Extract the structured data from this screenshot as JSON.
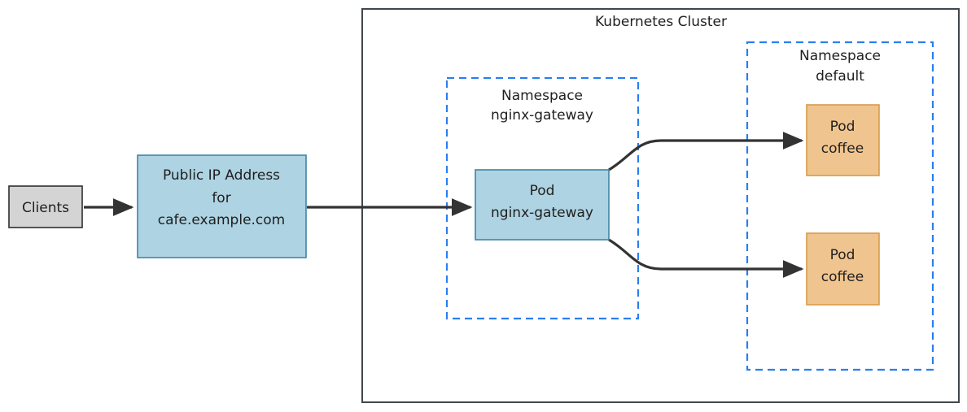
{
  "diagram": {
    "title": "Kubernetes Cluster",
    "type": "architecture-diagram",
    "colors": {
      "blue_fill": "#aed3e2",
      "blue_stroke": "#3d85a8",
      "orange_fill": "#f0c48f",
      "orange_stroke": "#d79b4a",
      "gray_fill": "#d4d4d4",
      "gray_stroke": "#2e2e2e",
      "namespace_stroke": "#2a7ef0",
      "cluster_stroke": "#40464d",
      "edge_stroke": "#333333"
    },
    "cluster": {
      "label": "Kubernetes Cluster"
    },
    "clients": {
      "label": "Clients"
    },
    "public_ip": {
      "line1": "Public IP Address",
      "line2": "for",
      "line3": "cafe.example.com"
    },
    "namespace_gateway": {
      "line1": "Namespace",
      "line2": "nginx-gateway"
    },
    "namespace_default": {
      "line1": "Namespace",
      "line2": "default"
    },
    "pod_gateway": {
      "line1": "Pod",
      "line2": "nginx-gateway"
    },
    "pod_coffee_top": {
      "line1": "Pod",
      "line2": "coffee"
    },
    "pod_coffee_bottom": {
      "line1": "Pod",
      "line2": "coffee"
    },
    "edges": [
      {
        "name": "clients-to-public-ip"
      },
      {
        "name": "public-ip-to-gateway-pod"
      },
      {
        "name": "gateway-pod-to-coffee-top"
      },
      {
        "name": "gateway-pod-to-coffee-bottom"
      }
    ]
  }
}
